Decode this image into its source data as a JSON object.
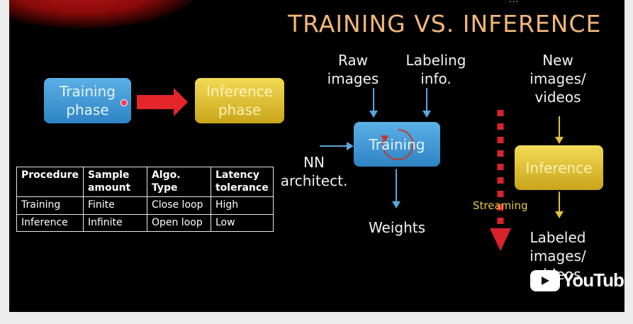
{
  "slide": {
    "top_text": "...",
    "title": "TRAINING VS. INFERENCE",
    "left_diagram": {
      "training_phase": "Training phase",
      "inference_phase": "Inference phase"
    },
    "table": {
      "headers": [
        "Procedure",
        "Sample amount",
        "Algo. Type",
        "Latency tolerance"
      ],
      "rows": [
        [
          "Training",
          "Finite",
          "Close loop",
          "High"
        ],
        [
          "Inference",
          "Infinite",
          "Open loop",
          "Low"
        ]
      ]
    },
    "training_flow": {
      "raw_images": "Raw images",
      "labeling_info": "Labeling info.",
      "nn_architect": "NN architect.",
      "training_box": "Training",
      "weights": "Weights"
    },
    "inference_flow": {
      "new_images": "New images/ videos",
      "inference_box": "Inference",
      "labeled_images": "Labeled images/ videos",
      "streaming": "Streaming"
    }
  },
  "watermark": {
    "brand": "YouTube"
  },
  "colors": {
    "title": "#f2b77a",
    "blue_box": "#3a93d1",
    "yellow_box": "#dcbc2c",
    "arrow_red": "#e3262a",
    "arrow_blue": "#5aa6dd",
    "arrow_yellow": "#e2c13a",
    "streaming_red": "#d9232b"
  }
}
